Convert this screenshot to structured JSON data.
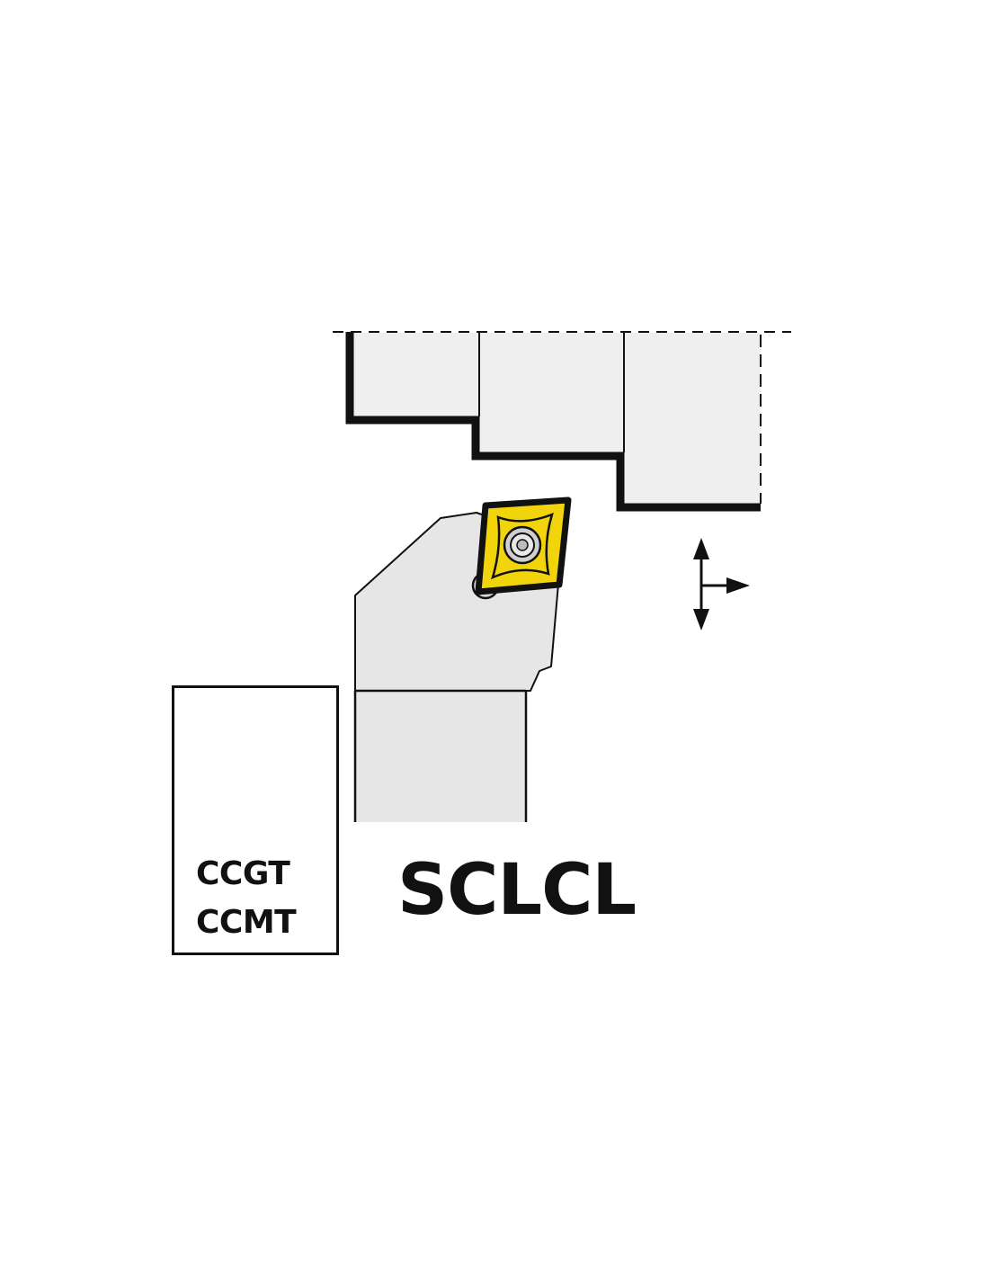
{
  "model_code": "SCLCL",
  "insert_codes": [
    "CCGT",
    "CCMT"
  ],
  "icons": {
    "workpiece": "stepped-workpiece",
    "holder": "tool-holder",
    "insert": "rhombic-insert-icon",
    "feed": "feed-direction-arrows-icon",
    "insert_photo": "carbide-insert-photo"
  },
  "colors": {
    "outline": "#111111",
    "fill_light": "#e6e6e6",
    "workpiece_fill": "#efefef",
    "insert_yellow": "#f2d40c",
    "insert_dark": "#2a2a2a",
    "insert_gold": "#c9a24a"
  }
}
